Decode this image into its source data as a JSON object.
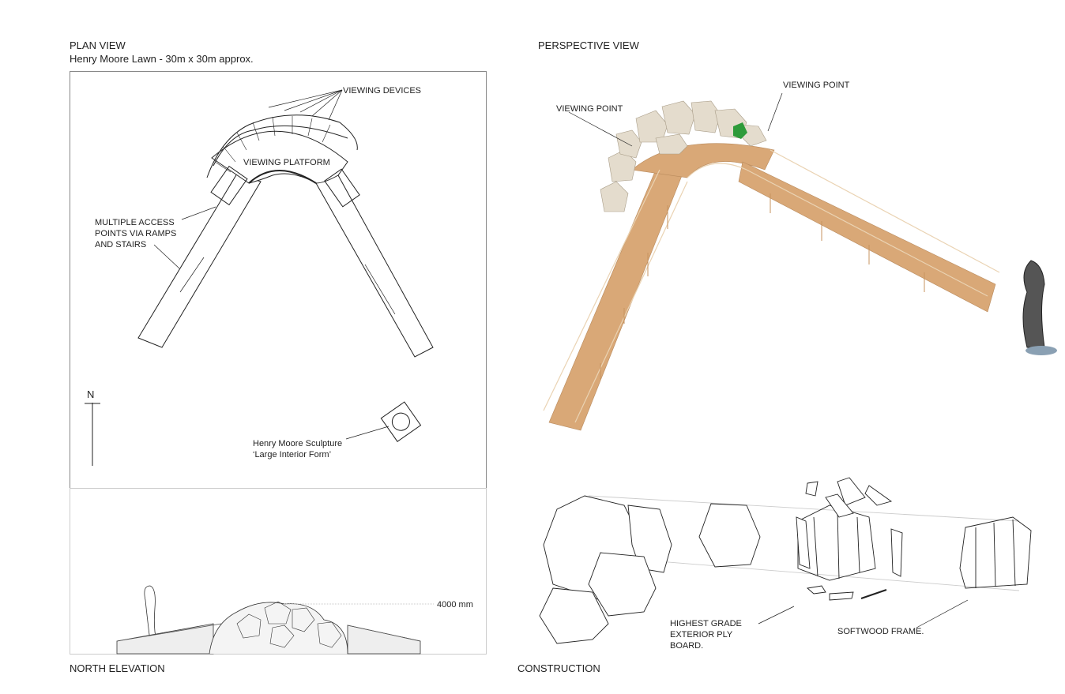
{
  "plan": {
    "title": "PLAN VIEW",
    "subtitle": "Henry Moore Lawn - 30m x 30m approx.",
    "labels": {
      "viewing_devices": "VIEWING DEVICES",
      "viewing_platform": "VIEWING PLATFORM",
      "access": "MULTIPLE ACCESS\nPOINTS VIA RAMPS\nAND STAIRS",
      "north": "N",
      "sculpture": "Henry Moore Sculpture\n‘Large Interior Form’"
    }
  },
  "elevation": {
    "title": "NORTH ELEVATION",
    "height_label": "4000 mm"
  },
  "perspective": {
    "title": "PERSPECTIVE VIEW",
    "viewing_point_left": "VIEWING POINT",
    "viewing_point_right": "VIEWING POINT",
    "colors": {
      "wood": "#d9a877",
      "rail": "#ead3b3",
      "pod": "#e4dccd",
      "green": "#2e9b3a"
    }
  },
  "construction": {
    "title": "CONSTRUCTION",
    "ply_label": "HIGHEST GRADE\nEXTERIOR PLY\nBOARD.",
    "frame_label": "SOFTWOOD FRAME."
  }
}
